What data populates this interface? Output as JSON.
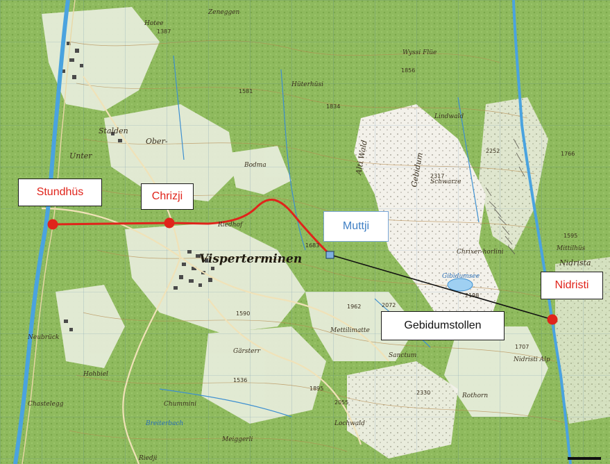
{
  "map": {
    "colors": {
      "forest": "#8fba5e",
      "meadow": "#e9efe0",
      "rock": "#f3f1ea",
      "river": "#4aa3df",
      "route_red": "#e0241b",
      "route_black": "#111111"
    },
    "places": [
      {
        "name": "Visperterminen",
        "style": "big"
      },
      {
        "name": "Stalden",
        "style": "med"
      },
      {
        "name": "Ober-",
        "style": "med"
      },
      {
        "name": "Unter",
        "style": "med"
      },
      {
        "name": "Zeneggen",
        "style": "small"
      },
      {
        "name": "Bodma",
        "style": "small"
      },
      {
        "name": "Riedhof",
        "style": "small"
      },
      {
        "name": "Nidrista",
        "style": "med"
      },
      {
        "name": "Nidristi Alp",
        "style": "small"
      },
      {
        "name": "Chrixer-horlini",
        "style": "small"
      },
      {
        "name": "Gibidumsee",
        "style": "water"
      },
      {
        "name": "Rothorn",
        "style": "small"
      },
      {
        "name": "Lochwald",
        "style": "small"
      },
      {
        "name": "Meiggerli",
        "style": "small"
      },
      {
        "name": "Breiterbach",
        "style": "water"
      },
      {
        "name": "Chummini",
        "style": "small"
      },
      {
        "name": "Hohbiel",
        "style": "small"
      },
      {
        "name": "Gärsterr",
        "style": "small"
      },
      {
        "name": "Mettilimatte",
        "style": "small"
      },
      {
        "name": "Lindwald",
        "style": "small"
      },
      {
        "name": "Wyssi Flüe",
        "style": "small"
      },
      {
        "name": "Alti Wald",
        "style": "med"
      },
      {
        "name": "Gebidum",
        "style": "med"
      },
      {
        "name": "Schwarze",
        "style": "small"
      },
      {
        "name": "Mittilhüs",
        "style": "small"
      },
      {
        "name": "Neubrück",
        "style": "small"
      },
      {
        "name": "Chastelegg",
        "style": "small"
      },
      {
        "name": "Hotee",
        "style": "small"
      },
      {
        "name": "Riedji",
        "style": "small"
      },
      {
        "name": "Hüterhüsi",
        "style": "small"
      },
      {
        "name": "Sanctum",
        "style": "small"
      }
    ],
    "spot_heights": [
      "1387",
      "1834",
      "1856",
      "2317",
      "2252",
      "2198",
      "1962",
      "2072",
      "1590",
      "1683",
      "1536",
      "1707",
      "2330",
      "2055",
      "1895",
      "1766",
      "1581",
      "1595"
    ]
  },
  "labels": {
    "stundhus": "Stundhüs",
    "chrizji": "Chrizji",
    "muttji": "Muttji",
    "nidristi": "Nidristi",
    "gebidumstollen": "Gebidumstollen"
  }
}
